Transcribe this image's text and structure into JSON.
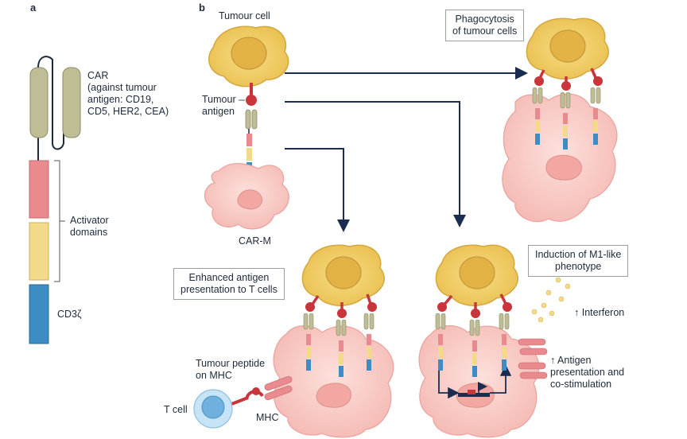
{
  "panels": {
    "a": "a",
    "b": "b"
  },
  "panel_a": {
    "car_label": "CAR\n(against tumour\nantigen: CD19,\nCD5, HER2, CEA)",
    "activator_label": "Activator\ndomains",
    "cd3z_label": "CD3ζ"
  },
  "panel_b": {
    "tumour_cell": "Tumour cell",
    "tumour_antigen": "Tumour\nantigen",
    "car_m": "CAR-M",
    "phagocytosis": "Phagocytosis\nof tumour cells",
    "enhanced": "Enhanced antigen\npresentation to T cells",
    "induction": "Induction of M1-like\nphenotype",
    "interferon": "↑ Interferon",
    "antigen_presentation": "↑ Antigen\npresentation and\nco-stimulation",
    "tumour_peptide": "Tumour peptide\non MHC",
    "mhc": "MHC",
    "t_cell": "T cell"
  },
  "colors": {
    "car_olive": "#bfbd95",
    "activator_pink": "#e88a8e",
    "activator_yellow": "#f3d98a",
    "cd3z_blue": "#3d8cc4",
    "tumour_yellow": "#f1cf6a",
    "macrophage_pink": "#f9c7c2",
    "antigen_red": "#c9353a",
    "arrow_navy": "#1b2d4f",
    "tcell_blue": "#a9d3ef"
  }
}
